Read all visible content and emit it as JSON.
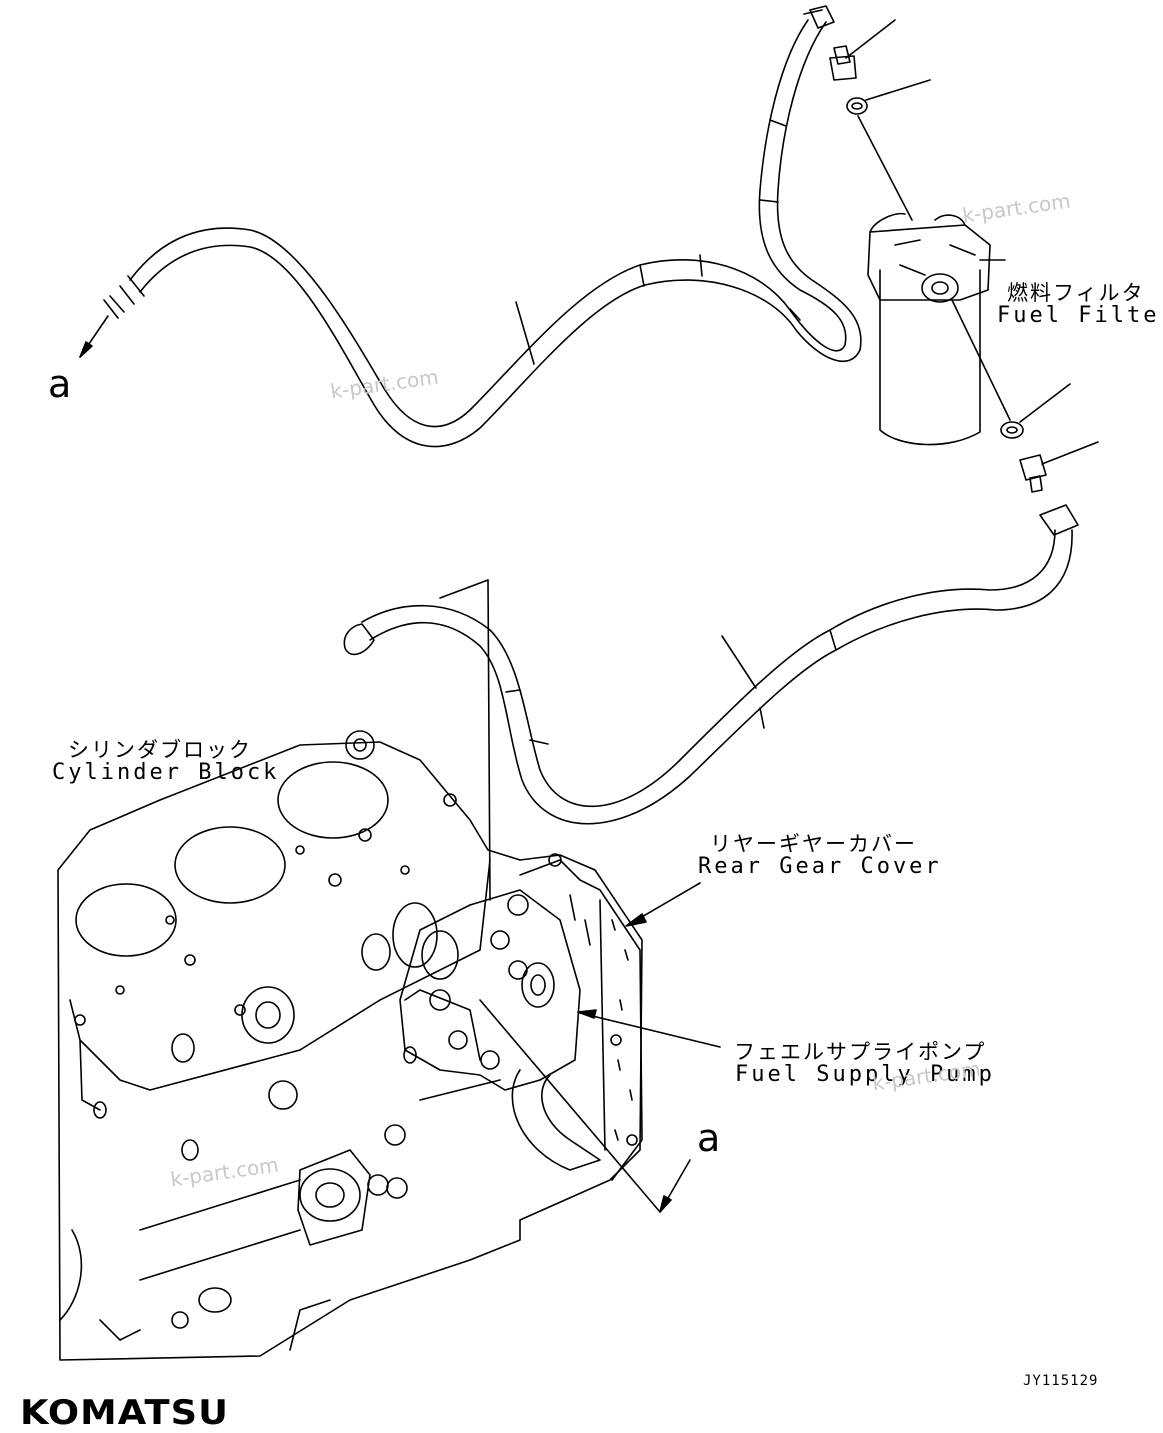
{
  "labels": {
    "fuel_filter": {
      "jp": "燃料フィルタ",
      "en": "Fuel Filter"
    },
    "cylinder_block": {
      "jp": "シリンダブロック",
      "en": "Cylinder Block"
    },
    "rear_gear_cover": {
      "jp": "リヤーギヤーカバー",
      "en": "Rear Gear Cover"
    },
    "fuel_supply_pump": {
      "jp": "フェエルサプライポンプ",
      "en": "Fuel Supply Pump"
    },
    "connection_mark": "a"
  },
  "watermark": "k-part.com",
  "drawing_code": "JY115129",
  "brand": "KOMATSU",
  "colors": {
    "line": "#000000",
    "background": "#ffffff",
    "watermark": "#c8c8c8"
  }
}
